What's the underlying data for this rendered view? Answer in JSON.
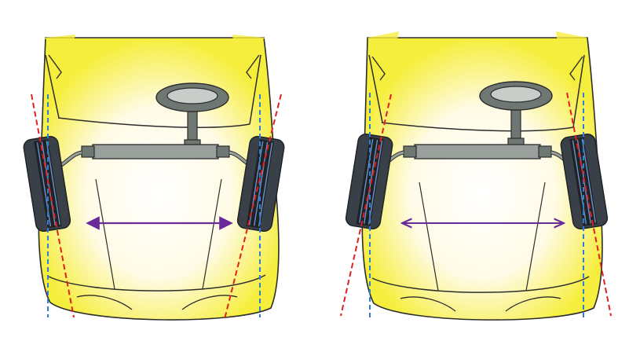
{
  "diagram": {
    "panels": [
      {
        "id": "left",
        "camber": "negative",
        "arrow_style": "triangle-heads"
      },
      {
        "id": "right",
        "camber": "positive",
        "arrow_style": "open-heads"
      }
    ]
  },
  "colors": {
    "body_yellow": "#f6ee3c",
    "body_glow": "#fffbe0",
    "outline": "#2c2c2c",
    "tire": "#3a4048",
    "tire_dark": "#1e2328",
    "tread_blue": "#6f8fc8",
    "steering_gray": "#6f7773",
    "rack_gray": "#9aa19d",
    "vertical_line": "#2f7fd0",
    "camber_line": "#e02020",
    "arrow": "#6a2a9a"
  }
}
